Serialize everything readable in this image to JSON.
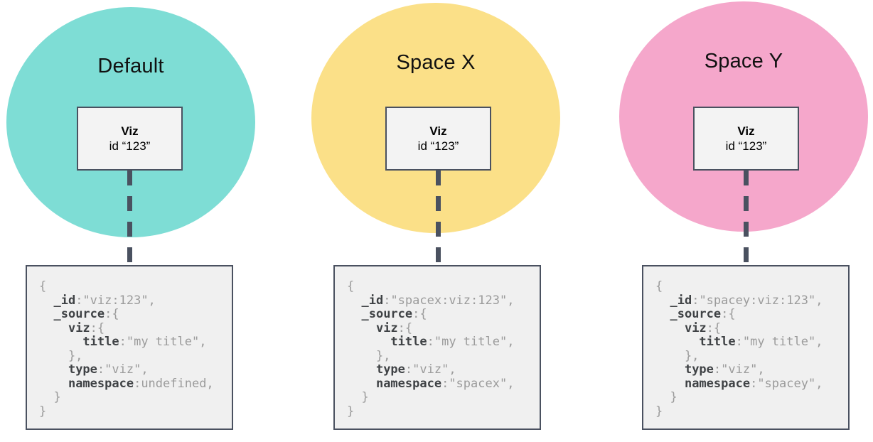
{
  "diagram": {
    "colors": {
      "outline": "#4a5160",
      "viz_box_fill": "#f3f3f3",
      "code_box_fill": "#f0f0f0",
      "code_key": "#3f4245",
      "code_plain": "#9b9b9b",
      "title_text": "#111111"
    },
    "groups": [
      {
        "id": "default",
        "title": "Default",
        "circle_color": "#7eddd5",
        "viz_box": {
          "title": "Viz",
          "id_line": "id “123”"
        },
        "code_lines": [
          [
            {
              "t": "{",
              "k": false
            }
          ],
          [
            {
              "t": "  ",
              "k": false
            },
            {
              "t": "_id",
              "k": true
            },
            {
              "t": ":\"viz:123\",",
              "k": false
            }
          ],
          [
            {
              "t": "  ",
              "k": false
            },
            {
              "t": "_source",
              "k": true
            },
            {
              "t": ":{",
              "k": false
            }
          ],
          [
            {
              "t": "    ",
              "k": false
            },
            {
              "t": "viz",
              "k": true
            },
            {
              "t": ":{",
              "k": false
            }
          ],
          [
            {
              "t": "      ",
              "k": false
            },
            {
              "t": "title",
              "k": true
            },
            {
              "t": ":\"my title\",",
              "k": false
            }
          ],
          [
            {
              "t": "    },",
              "k": false
            }
          ],
          [
            {
              "t": "    ",
              "k": false
            },
            {
              "t": "type",
              "k": true
            },
            {
              "t": ":\"viz\",",
              "k": false
            }
          ],
          [
            {
              "t": "    ",
              "k": false
            },
            {
              "t": "namespace",
              "k": true
            },
            {
              "t": ":undefined,",
              "k": false
            }
          ],
          [
            {
              "t": "  }",
              "k": false
            }
          ],
          [
            {
              "t": "}",
              "k": false
            }
          ]
        ]
      },
      {
        "id": "space-x",
        "title": "Space X",
        "circle_color": "#fbe088",
        "viz_box": {
          "title": "Viz",
          "id_line": "id “123”"
        },
        "code_lines": [
          [
            {
              "t": "{",
              "k": false
            }
          ],
          [
            {
              "t": "  ",
              "k": false
            },
            {
              "t": "_id",
              "k": true
            },
            {
              "t": ":\"spacex:viz:123\",",
              "k": false
            }
          ],
          [
            {
              "t": "  ",
              "k": false
            },
            {
              "t": "_source",
              "k": true
            },
            {
              "t": ":{",
              "k": false
            }
          ],
          [
            {
              "t": "    ",
              "k": false
            },
            {
              "t": "viz",
              "k": true
            },
            {
              "t": ":{",
              "k": false
            }
          ],
          [
            {
              "t": "      ",
              "k": false
            },
            {
              "t": "title",
              "k": true
            },
            {
              "t": ":\"my title\",",
              "k": false
            }
          ],
          [
            {
              "t": "    },",
              "k": false
            }
          ],
          [
            {
              "t": "    ",
              "k": false
            },
            {
              "t": "type",
              "k": true
            },
            {
              "t": ":\"viz\",",
              "k": false
            }
          ],
          [
            {
              "t": "    ",
              "k": false
            },
            {
              "t": "namespace",
              "k": true
            },
            {
              "t": ":\"spacex\",",
              "k": false
            }
          ],
          [
            {
              "t": "  }",
              "k": false
            }
          ],
          [
            {
              "t": "}",
              "k": false
            }
          ]
        ]
      },
      {
        "id": "space-y",
        "title": "Space Y",
        "circle_color": "#f5a7cb",
        "viz_box": {
          "title": "Viz",
          "id_line": "id “123”"
        },
        "code_lines": [
          [
            {
              "t": "{",
              "k": false
            }
          ],
          [
            {
              "t": "  ",
              "k": false
            },
            {
              "t": "_id",
              "k": true
            },
            {
              "t": ":\"spacey:viz:123\",",
              "k": false
            }
          ],
          [
            {
              "t": "  ",
              "k": false
            },
            {
              "t": "_source",
              "k": true
            },
            {
              "t": ":{",
              "k": false
            }
          ],
          [
            {
              "t": "    ",
              "k": false
            },
            {
              "t": "viz",
              "k": true
            },
            {
              "t": ":{",
              "k": false
            }
          ],
          [
            {
              "t": "      ",
              "k": false
            },
            {
              "t": "title",
              "k": true
            },
            {
              "t": ":\"my title\",",
              "k": false
            }
          ],
          [
            {
              "t": "    },",
              "k": false
            }
          ],
          [
            {
              "t": "    ",
              "k": false
            },
            {
              "t": "type",
              "k": true
            },
            {
              "t": ":\"viz\",",
              "k": false
            }
          ],
          [
            {
              "t": "    ",
              "k": false
            },
            {
              "t": "namespace",
              "k": true
            },
            {
              "t": ":\"spacey\",",
              "k": false
            }
          ],
          [
            {
              "t": "  }",
              "k": false
            }
          ],
          [
            {
              "t": "}",
              "k": false
            }
          ]
        ]
      }
    ]
  }
}
